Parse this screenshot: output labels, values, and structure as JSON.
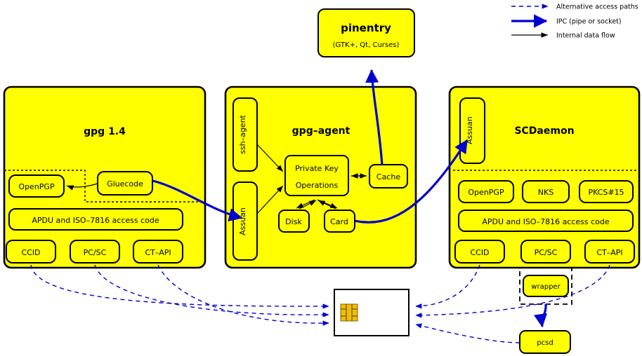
{
  "legend": {
    "items": [
      {
        "id": "alt",
        "label": "Alternative access paths",
        "style": "dashed-blue",
        "color": "#0000d0"
      },
      {
        "id": "ipc",
        "label": "IPC (pipe or socket)",
        "style": "thick-blue-arrow",
        "color": "#0000d0"
      },
      {
        "id": "flow",
        "label": "Internal data flow",
        "style": "thin-black-arrow",
        "color": "#000000"
      }
    ]
  },
  "colors": {
    "block_fill": "#ffff00",
    "block_stroke": "#000000",
    "ipc_blue": "#0000d0",
    "card_fill": "#ffffff",
    "chip_gold": "#f0c000",
    "background": "#ffffff"
  },
  "blocks": {
    "gpg": {
      "title": "gpg 1.4",
      "nodes": {
        "openpgp": "OpenPGP",
        "gluecode": "Gluecode",
        "apdu": "APDU and ISO–7816 access code",
        "ccid": "CCID",
        "pcsc": "PC/SC",
        "ctapi": "CT–API"
      }
    },
    "gpgagent": {
      "title": "gpg–agent",
      "nodes": {
        "ssh_agent": "ssh–agent",
        "assuan": "Assuan",
        "pko_line1": "Private Key",
        "pko_line2": "Operations",
        "cache": "Cache",
        "disk": "Disk",
        "card": "Card"
      }
    },
    "scdaemon": {
      "title": "SCDaemon",
      "nodes": {
        "assuan": "Assuan",
        "openpgp": "OpenPGP",
        "nks": "NKS",
        "pkcs15": "PKCS#15",
        "apdu": "APDU and ISO–7816 access code",
        "ccid": "CCID",
        "pcsc": "PC/SC",
        "ctapi": "CT–API"
      }
    }
  },
  "standalone": {
    "pinentry": {
      "title": "pinentry",
      "subtitle": "(GTK+, Qt, Curses)"
    },
    "wrapper": {
      "label": "wrapper"
    },
    "pcsd": {
      "label": "pcsd"
    },
    "smartcard": {
      "label": ""
    }
  }
}
